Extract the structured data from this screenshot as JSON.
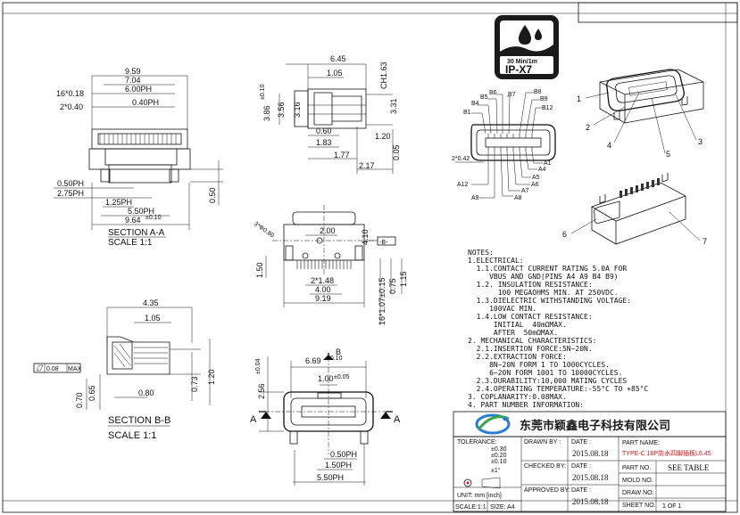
{
  "badge": {
    "line1": "30 Min/1m",
    "line2": "IP-X7"
  },
  "section_a": {
    "dims": [
      "9.59",
      "7.04",
      "16*0.18",
      "6.00PH",
      "2*0.40",
      "0.40PH",
      "0.50PH",
      "2.75PH",
      "1.25PH",
      "5.50PH",
      "9.64",
      "0.50"
    ],
    "tol": "±0.10",
    "title": "SECTION A-A",
    "scale": "SCALE 1:1"
  },
  "side_view": {
    "dims": [
      "6.45",
      "1.05",
      "CH1.63",
      "3.86",
      "±0.10",
      "3.56",
      "3.16",
      "3.31",
      "0.60",
      "1.83",
      "1.77",
      "1.20",
      "0.05",
      "2.17"
    ]
  },
  "pin_view": {
    "top_labels": [
      "B4",
      "B5",
      "B6",
      "B7",
      "B8",
      "B9",
      "B12",
      "B1"
    ],
    "bottom_labels": [
      "A1",
      "A4",
      "A5",
      "A6",
      "A7",
      "A8",
      "A9",
      "A12"
    ],
    "dim": "2*0.42"
  },
  "bottom_view": {
    "dims": [
      "3*Φ0.80",
      "2.00",
      "1.50",
      "2*1.48",
      "4.00",
      "9.19",
      "16*1.07±0.15",
      "0.75",
      "1.15"
    ],
    "datum": "-B-"
  },
  "section_b": {
    "dims": [
      "4.35",
      "1.05",
      "0.08",
      "MAX",
      "0.80",
      "0.70",
      "0.65",
      "0.73",
      "1.20"
    ],
    "title": "SECTION B-B",
    "scale": "SCALE 1:1"
  },
  "front_view": {
    "dims": [
      "6.69",
      "±0.10",
      "1.00",
      "±0.05",
      "2.56",
      "±0.04",
      "0.50PH",
      "1.50PH",
      "5.50PH"
    ],
    "section_marks": [
      "A",
      "A",
      "B"
    ]
  },
  "callouts": [
    "1",
    "2",
    "3",
    "4",
    "5",
    "6",
    "7"
  ],
  "notes": [
    "NOTES:",
    "1.ELECTRICAL:",
    "  1.1.CONTACT CURRENT RATING 5.0A FOR",
    "     VBUS AND GND(PINS A4 A9 B4 B9)",
    "  1.2. INSULATION RESISTANCE:",
    "       100 MEGAOHMS MIN. AT 250VDC.",
    "  1.3.DIELECTRIC WITHSTANDING VOLTAGE:",
    "     100VAC MIN.",
    "  1.4.LOW CONTACT RESISTANCE:",
    "      INITIAL  40mΩMAX.",
    "      AFTER  50mΩMAX.",
    "2. MECHANICAL CHARACTERISTICS:",
    "  2.1.INSERTION FORCE:5N~20N.",
    "  2.2.EXTRACTION FORCE:",
    "     8N~20N FORM 1 TO 1000CYCLES.",
    "     6~20N FORM 1001 TO 10000CYCLES.",
    "  2.3.DURABILITY:10,000 MATING CYCLES",
    "  2.4.OPERATING TEMPERATURE:-55°C TO +85°C",
    "3. COPLANARITY:0.08MAX.",
    "4. PART NUMBER INFORMATION:"
  ],
  "title_block": {
    "company": "东莞市颖鑫电子科技有限公司",
    "tolerance_label": "TOLERANCE:",
    "tolerances": [
      "±0.30",
      "±0.20",
      "±0.10",
      "±1°"
    ],
    "drawn_by": "DRAWN BY :",
    "checked_by": "CHECKED BY:",
    "approved_by": "APPROVED BY:",
    "date_label": "DATE :",
    "date1": "2015.08.18",
    "date2": "2015.08.18",
    "date3": "2015.08.18",
    "part_name_label": "PART NAME:",
    "part_name": "TYPE-C 16P防水四脚插板L6.45",
    "part_no_label": "PART NO.",
    "part_no": "SEE TABLE",
    "mold_no": "MOLD NO.",
    "draw_no": "DRAW NO:",
    "sheet_no": "SHEET NO.",
    "sheet": "1 OF 1",
    "unit": "UNIT: mm [inch]",
    "scale": "SCALE:1:1",
    "size": "SIZE: A4"
  }
}
